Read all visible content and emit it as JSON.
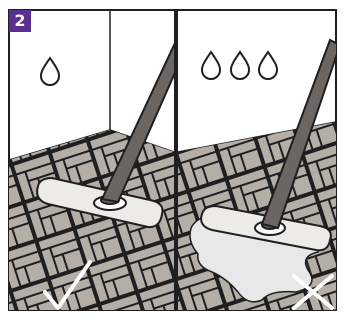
{
  "step": {
    "number": "2",
    "badge_color": "#5a2f8d"
  },
  "panels": [
    {
      "id": "correct",
      "water_drops": 1,
      "result_icon": "check-icon",
      "mop_state": "damp"
    },
    {
      "id": "incorrect",
      "water_drops": 3,
      "result_icon": "cross-icon",
      "mop_state": "wet"
    }
  ],
  "colors": {
    "outline": "#1f1f1f",
    "floor_tile": "#b5aea6",
    "floor_grout": "#1f1f1f",
    "mop_pad": "#ecebe6",
    "handle": "#6b6661",
    "puddle": "#e8e8e8",
    "result_mark": "#ffffff"
  }
}
